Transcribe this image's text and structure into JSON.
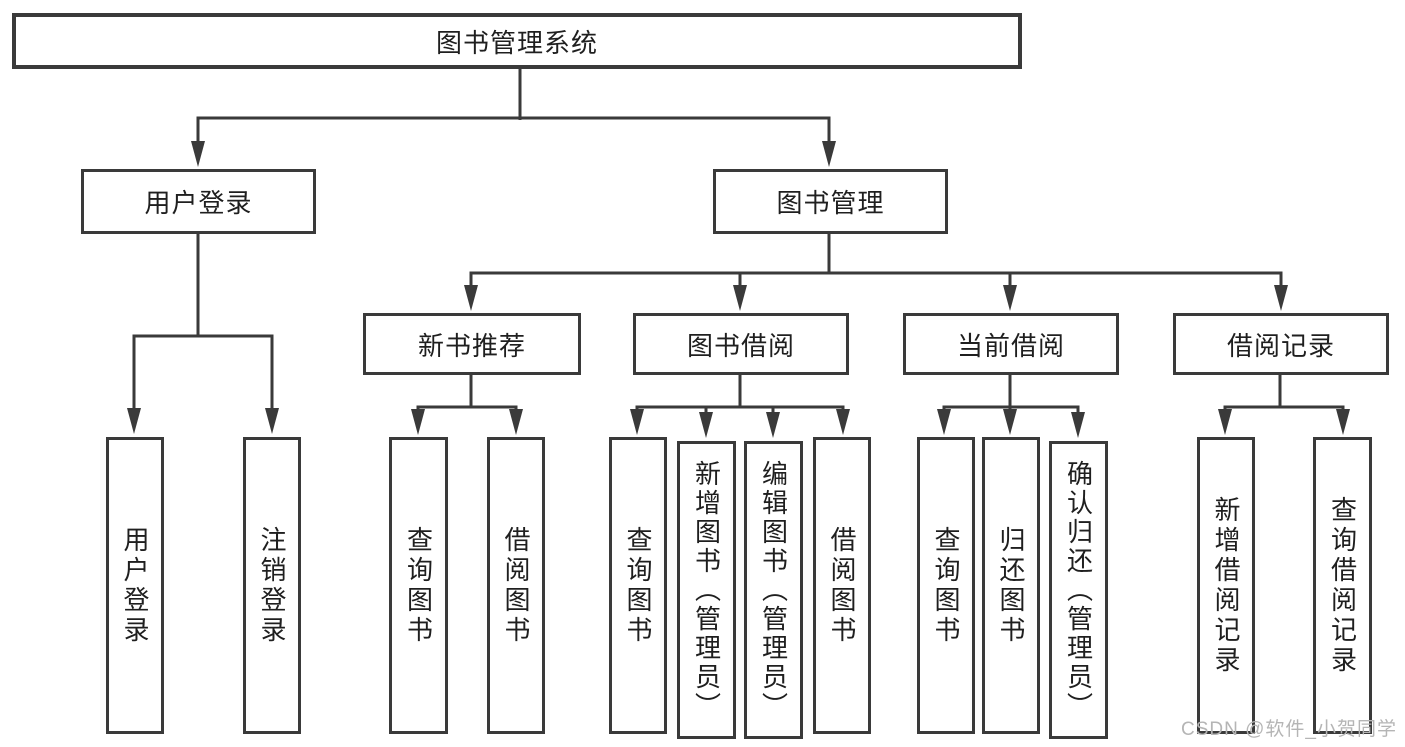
{
  "diagram": {
    "type": "tree",
    "colors": {
      "line": "#3a3a3a",
      "box_border": "#3a3a3a",
      "box_fill": "#ffffff",
      "text": "#1f1f1f",
      "watermark": "#b5b5b5",
      "background": "#ffffff"
    },
    "tree": {
      "label": "图书管理系统",
      "children": [
        {
          "label": "用户登录",
          "children": [
            {
              "label": "用户登录"
            },
            {
              "label": "注销登录"
            }
          ]
        },
        {
          "label": "图书管理",
          "children": [
            {
              "label": "新书推荐",
              "children": [
                {
                  "label": "查询图书"
                },
                {
                  "label": "借阅图书"
                }
              ]
            },
            {
              "label": "图书借阅",
              "children": [
                {
                  "label": "查询图书"
                },
                {
                  "label": "新增图书（管理员）"
                },
                {
                  "label": "编辑图书（管理员）"
                },
                {
                  "label": "借阅图书"
                }
              ]
            },
            {
              "label": "当前借阅",
              "children": [
                {
                  "label": "查询图书"
                },
                {
                  "label": "归还图书"
                },
                {
                  "label": "确认归还（管理员）"
                }
              ]
            },
            {
              "label": "借阅记录",
              "children": [
                {
                  "label": "新增借阅记录"
                },
                {
                  "label": "查询借阅记录"
                }
              ]
            }
          ]
        }
      ]
    }
  },
  "watermark": {
    "text": "CSDN @软件_小贺同学"
  }
}
